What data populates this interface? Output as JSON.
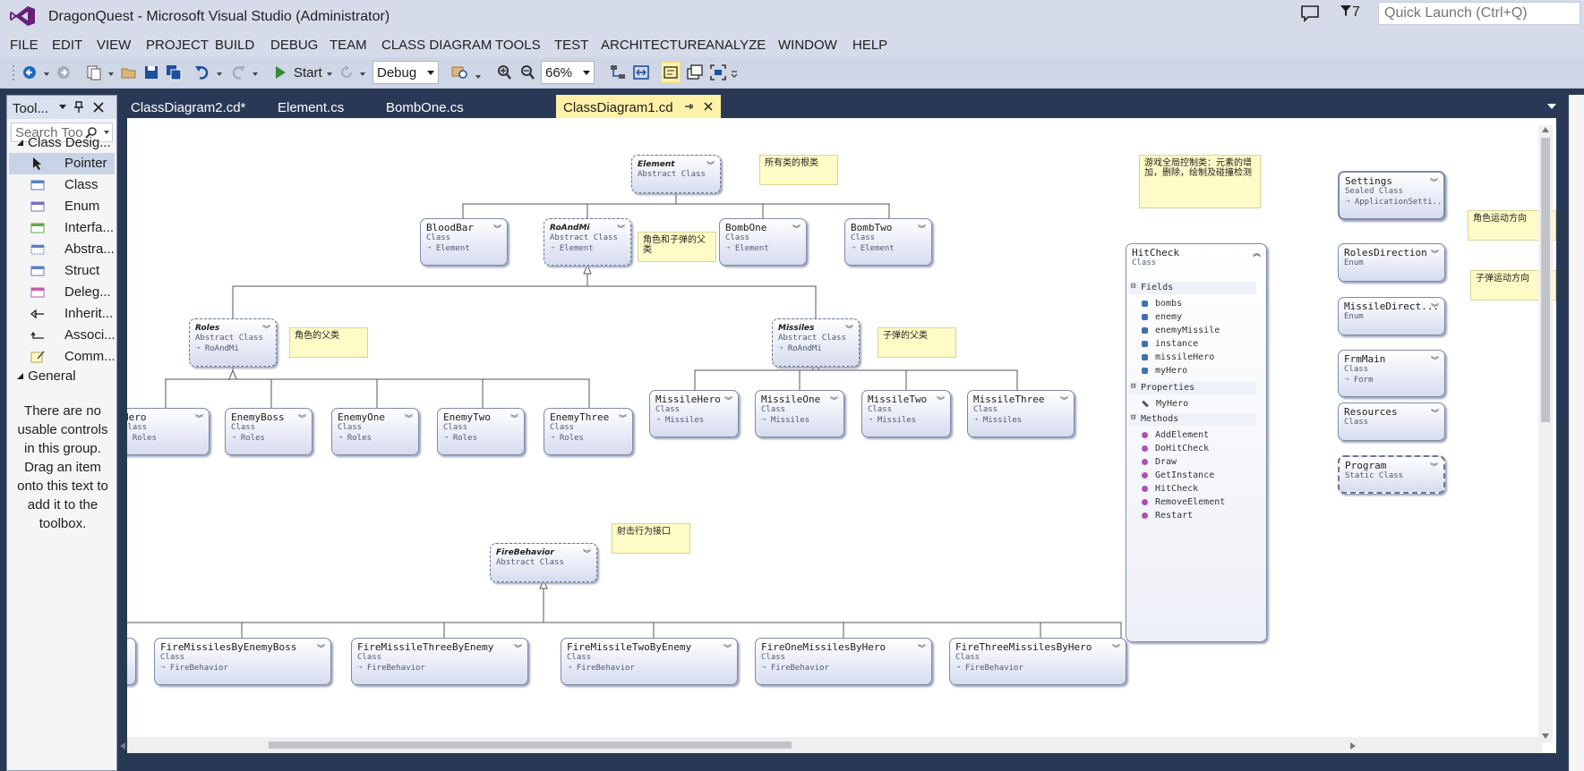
{
  "window": {
    "title": "DragonQuest - Microsoft Visual Studio (Administrator)",
    "filter_count": "7",
    "quick_launch_placeholder": "Quick Launch (Ctrl+Q)"
  },
  "menu": [
    "FILE",
    "EDIT",
    "VIEW",
    "PROJECT",
    "BUILD",
    "DEBUG",
    "TEAM",
    "CLASS DIAGRAM",
    "TOOLS",
    "TEST",
    "ARCHITECTURE",
    "ANALYZE",
    "WINDOW",
    "HELP"
  ],
  "toolbar": {
    "start_label": "Start",
    "config": "Debug",
    "zoom": "66%"
  },
  "toolbox": {
    "title": "Tool...",
    "search_placeholder": "Search Too",
    "category_class": "Class Desig...",
    "items": [
      "Pointer",
      "Class",
      "Enum",
      "Interfa...",
      "Abstra...",
      "Struct",
      "Deleg...",
      "Inherit...",
      "Associ...",
      "Comm..."
    ],
    "category_general": "General",
    "empty_text": "There are no usable controls in this group. Drag an item onto this text to add it to the toolbox."
  },
  "tabs": [
    "ClassDiagram2.cd*",
    "Element.cs",
    "BombOne.cs",
    "ClassDiagram1.cd"
  ],
  "diagram": {
    "element": {
      "name": "Element",
      "kind": "Abstract Class"
    },
    "bloodbar": {
      "name": "BloodBar",
      "kind": "Class",
      "base": "Element"
    },
    "roandmi": {
      "name": "RoAndMi",
      "kind": "Abstract Class",
      "base": "Element"
    },
    "bombone": {
      "name": "BombOne",
      "kind": "Class",
      "base": "Element"
    },
    "bombtwo": {
      "name": "BombTwo",
      "kind": "Class",
      "base": "Element"
    },
    "roles": {
      "name": "Roles",
      "kind": "Abstract Class",
      "base": "RoAndMi"
    },
    "missiles": {
      "name": "Missiles",
      "kind": "Abstract Class",
      "base": "RoAndMi"
    },
    "hero": {
      "name": "Hero",
      "kind": "Class",
      "base": "Roles"
    },
    "enemyboss": {
      "name": "EnemyBoss",
      "kind": "Class",
      "base": "Roles"
    },
    "enemyone": {
      "name": "EnemyOne",
      "kind": "Class",
      "base": "Roles"
    },
    "enemytwo": {
      "name": "EnemyTwo",
      "kind": "Class",
      "base": "Roles"
    },
    "enemythree": {
      "name": "EnemyThree",
      "kind": "Class",
      "base": "Roles"
    },
    "missilehero": {
      "name": "MissileHero",
      "kind": "Class",
      "base": "Missiles"
    },
    "missileone": {
      "name": "MissileOne",
      "kind": "Class",
      "base": "Missiles"
    },
    "missiletwo": {
      "name": "MissileTwo",
      "kind": "Class",
      "base": "Missiles"
    },
    "missilethree": {
      "name": "MissileThree",
      "kind": "Class",
      "base": "Missiles"
    },
    "firebehavior": {
      "name": "FireBehavior",
      "kind": "Abstract Class"
    },
    "fire1": {
      "name": "FireMissilesByEnemyBoss",
      "kind": "Class",
      "base": "FireBehavior"
    },
    "fire2": {
      "name": "FireMissileThreeByEnemy",
      "kind": "Class",
      "base": "FireBehavior"
    },
    "fire3": {
      "name": "FireMissileTwoByEnemy",
      "kind": "Class",
      "base": "FireBehavior"
    },
    "fire4": {
      "name": "FireOneMissilesByHero",
      "kind": "Class",
      "base": "FireBehavior"
    },
    "fire5": {
      "name": "FireThreeMissilesByHero",
      "kind": "Class",
      "base": "FireBehavior"
    },
    "settings": {
      "name": "Settings",
      "kind": "Sealed Class",
      "base": "ApplicationSetti..."
    },
    "rolesdirection": {
      "name": "RolesDirection",
      "kind": "Enum"
    },
    "missiledirection": {
      "name": "MissileDirect...",
      "kind": "Enum"
    },
    "frmmain": {
      "name": "FrmMain",
      "kind": "Class",
      "base": "Form"
    },
    "resources": {
      "name": "Resources",
      "kind": "Class"
    },
    "program": {
      "name": "Program",
      "kind": "Static Class"
    },
    "hitcheck": {
      "name": "HitCheck",
      "kind": "Class",
      "fields_label": "Fields",
      "fields": [
        "bombs",
        "enemy",
        "enemyMissile",
        "instance",
        "missileHero",
        "myHero"
      ],
      "properties_label": "Properties",
      "properties": [
        "MyHero"
      ],
      "methods_label": "Methods",
      "methods": [
        "AddElement",
        "DoHitCheck",
        "Draw",
        "GetInstance",
        "HitCheck",
        "RemoveElement",
        "Restart"
      ]
    },
    "notes": {
      "base_all": "所有类的根类",
      "role_missile_parent": "角色和子弹的父类",
      "role_parent": "角色的父类",
      "missile_parent": "子弹的父类",
      "fire_interface": "射击行为接口",
      "global_control": "游戏全局控制类：元素的增加，删除，绘制及碰撞检测",
      "role_direction": "角色运动方向",
      "missile_direction": "子弹运动方向"
    }
  }
}
